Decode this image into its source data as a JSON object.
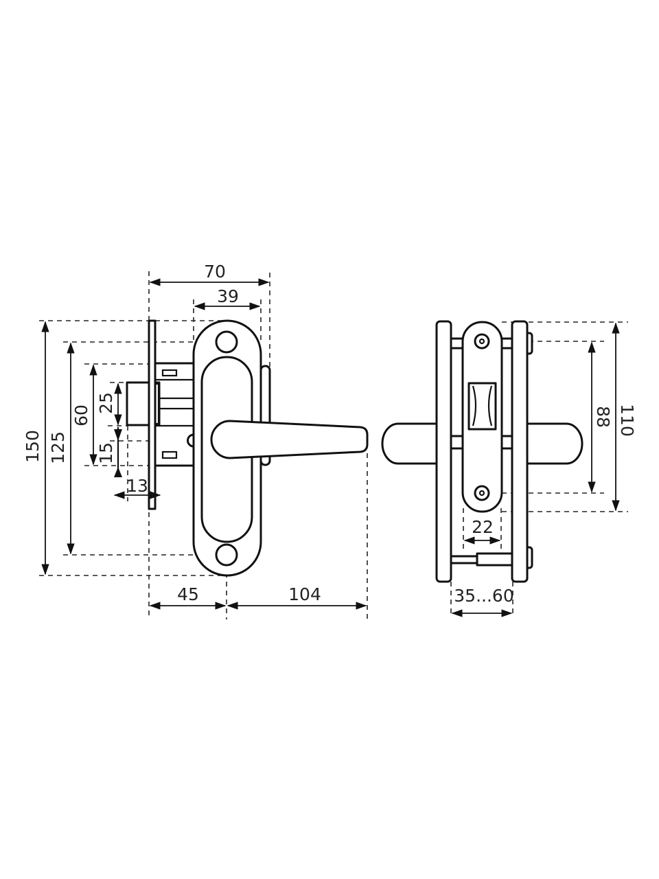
{
  "drawing": {
    "side_view": {
      "dimensions": {
        "overall_width": "70",
        "rosette_width": "39",
        "overall_height": "150",
        "screw_spacing": "125",
        "lock_body_height": "60",
        "latch_height": "25",
        "latch_offset": "15",
        "latch_projection": "13",
        "backset": "45",
        "lever_length": "104"
      }
    },
    "front_view": {
      "dimensions": {
        "screw_spacing": "88",
        "plate_height": "110",
        "plate_width": "22",
        "door_thickness": "35...60"
      }
    }
  }
}
